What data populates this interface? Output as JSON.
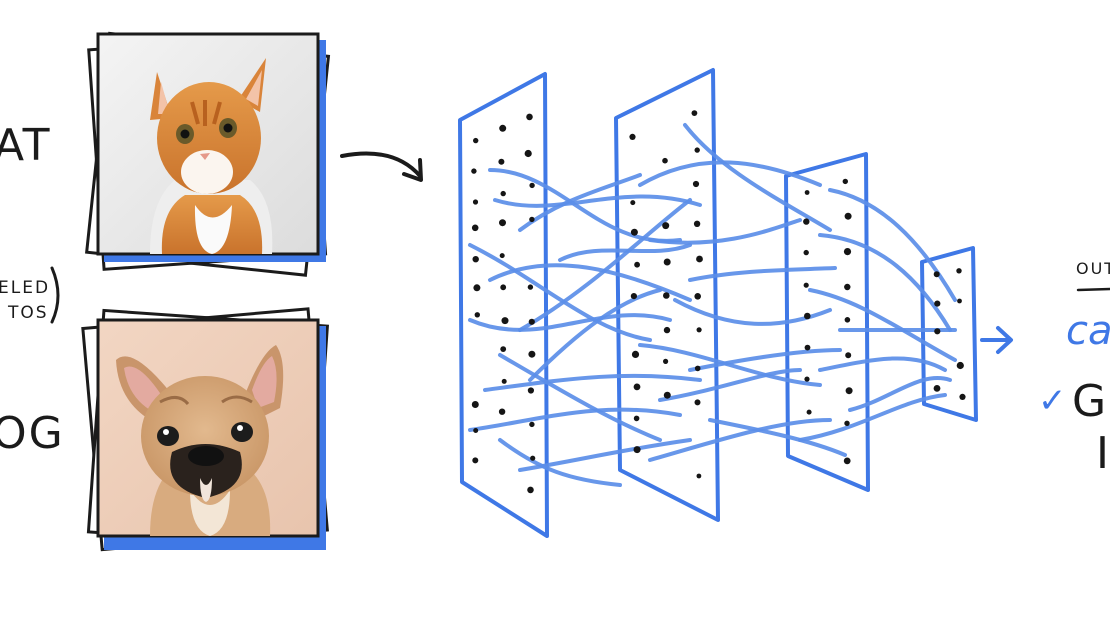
{
  "labels": {
    "cat": "AT",
    "bracket_line1": "ELED",
    "bracket_line2": "TOS",
    "dog": "OG"
  },
  "output": {
    "heading": "OUT",
    "predicted": "ca",
    "check": "✓",
    "line2": "G",
    "line3": "I"
  },
  "images": {
    "cat": "orange-kitten-photo",
    "dog": "french-bulldog-photo"
  },
  "colors": {
    "ink": "#1b1b1b",
    "accent_blue": "#3f78e6"
  }
}
